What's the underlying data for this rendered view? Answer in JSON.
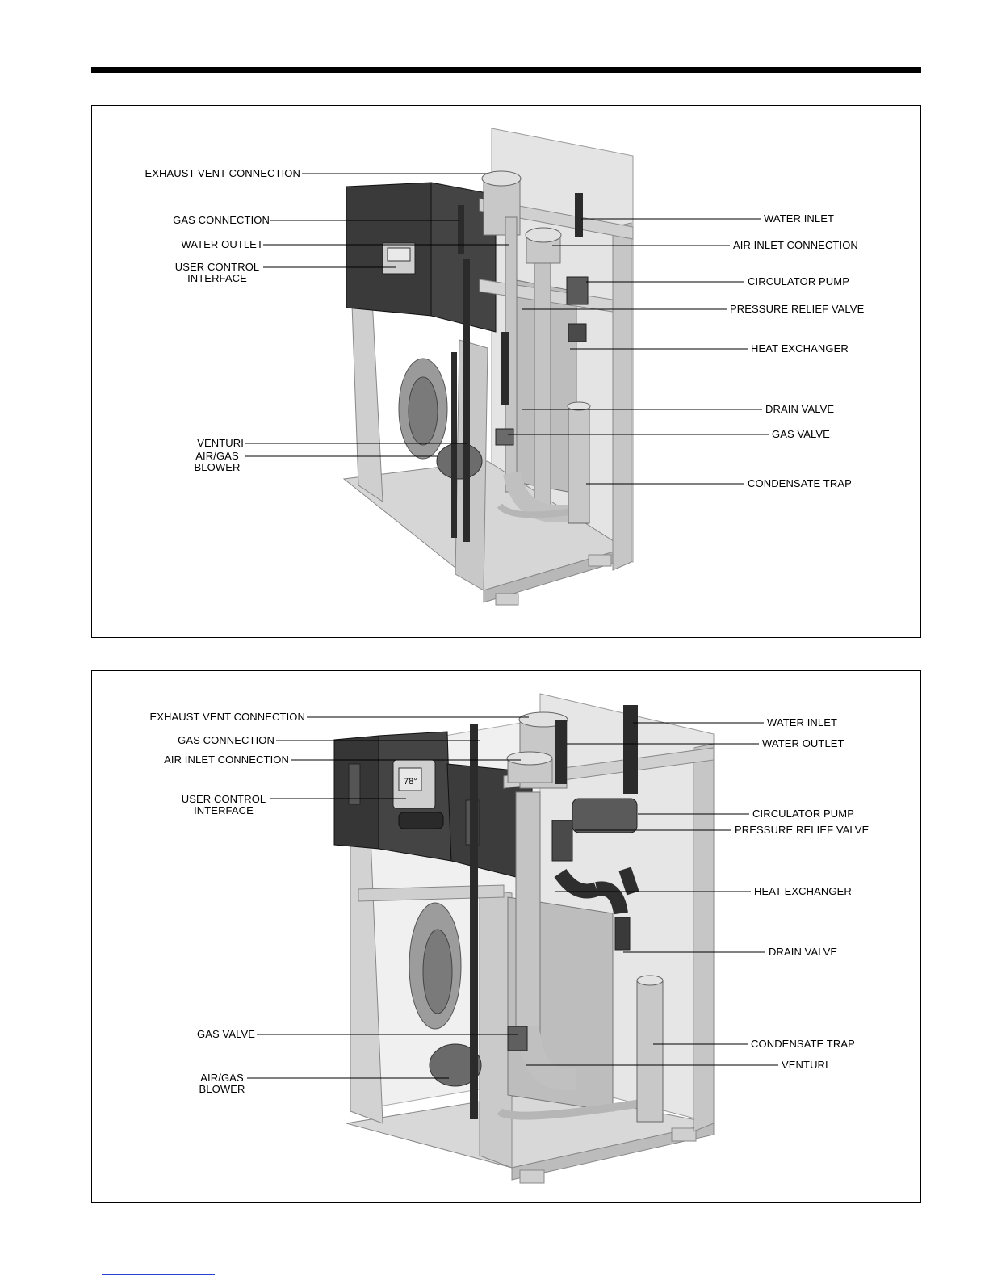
{
  "figure1": {
    "left_labels": {
      "exhaust_vent": "EXHAUST VENT CONNECTION",
      "gas_connection": "GAS CONNECTION",
      "water_outlet": "WATER OUTLET",
      "user_control_1": "USER CONTROL",
      "user_control_2": "INTERFACE",
      "venturi": "VENTURI",
      "blower_1": "AIR/GAS",
      "blower_2": "BLOWER"
    },
    "right_labels": {
      "water_inlet": "WATER INLET",
      "air_inlet": "AIR INLET CONNECTION",
      "circulator_pump": "CIRCULATOR PUMP",
      "pressure_relief": "PRESSURE RELIEF VALVE",
      "heat_exchanger": "HEAT EXCHANGER",
      "drain_valve": "DRAIN VALVE",
      "gas_valve": "GAS VALVE",
      "condensate_trap": "CONDENSATE TRAP"
    }
  },
  "figure2": {
    "left_labels": {
      "exhaust_vent": "EXHAUST VENT CONNECTION",
      "gas_connection": "GAS CONNECTION",
      "air_inlet": "AIR INLET CONNECTION",
      "user_control_1": "USER CONTROL",
      "user_control_2": "INTERFACE",
      "gas_valve": "GAS VALVE",
      "blower_1": "AIR/GAS",
      "blower_2": "BLOWER"
    },
    "right_labels": {
      "water_inlet": "WATER INLET",
      "water_outlet": "WATER OUTLET",
      "circulator_pump": "CIRCULATOR PUMP",
      "pressure_relief": "PRESSURE RELIEF VALVE",
      "heat_exchanger": "HEAT EXCHANGER",
      "drain_valve": "DRAIN VALVE",
      "condensate_trap": "CONDENSATE TRAP",
      "venturi": "VENTURI"
    },
    "display_reading": "78°"
  },
  "colors": {
    "frame": "#bdbdbd",
    "cabinet": "#3a3a3a",
    "pipe": "#c4c4c4",
    "pipe_dark": "#2b2b2b"
  }
}
